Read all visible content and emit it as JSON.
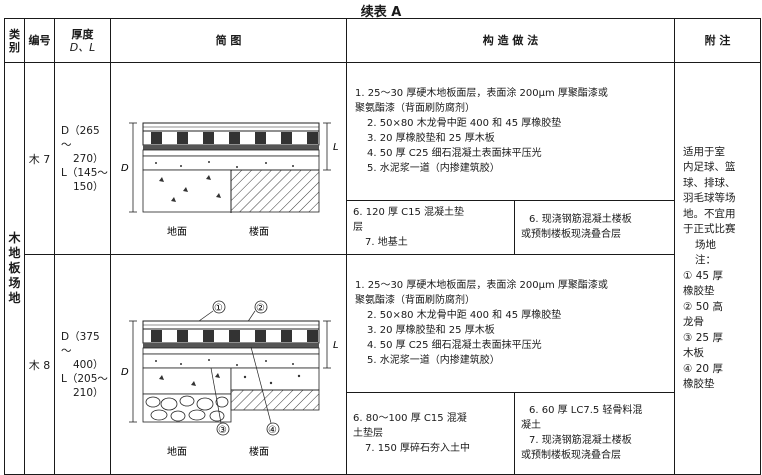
{
  "title": "续表 A",
  "headers": {
    "category": "类别",
    "code": "编号",
    "thickness_line1": "厚度",
    "thickness_line2": "D、L",
    "diagram": "简 图",
    "construction": "构 造 做 法",
    "notes": "附 注"
  },
  "category": "木地板场地",
  "rows": [
    {
      "code": "木 7",
      "thickness": [
        "D（265～",
        "270）",
        "L（145～",
        "150）"
      ],
      "diagram_labels": {
        "ground": "地面",
        "floor": "楼面",
        "D": "D",
        "L": "L"
      },
      "steps": [
        "1. 25～30 厚硬木地板面层，表面涂 200μm 厚聚酯漆或",
        "聚氨酯漆（背面刷防腐剂）",
        "2. 50×80 木龙骨中距 400 和 45 厚橡胶垫",
        "3. 20 厚橡胶垫和 25 厚木板",
        "4. 50 厚 C25 细石混凝土表面抹平压光",
        "5. 水泥浆一道（内掺建筑胶）"
      ],
      "ground_steps": [
        "6. 120 厚 C15 混凝土垫",
        "层",
        "7. 地基土"
      ],
      "floor_steps": [
        "6. 现浇钢筋混凝土楼板",
        "或预制楼板现浇叠合层"
      ]
    },
    {
      "code": "木 8",
      "thickness": [
        "D（375～",
        "400）",
        "L（205～",
        "210）"
      ],
      "diagram_labels": {
        "ground": "地面",
        "floor": "楼面",
        "D": "D",
        "L": "L",
        "c1": "①",
        "c2": "②",
        "c3": "③",
        "c4": "④"
      },
      "steps": [
        "1. 25～30 厚硬木地板面层，表面涂 200μm 厚聚酯漆或",
        "聚氨酯漆（背面刷防腐剂）",
        "2. 50×80 木龙骨中距 400 和 45 厚橡胶垫",
        "3. 20 厚橡胶垫和 25 厚木板",
        "4. 50 厚 C25 细石混凝土表面抹平压光",
        "5. 水泥浆一道（内掺建筑胶）"
      ],
      "ground_steps": [
        "6. 80～100 厚 C15 混凝",
        "土垫层",
        "7. 150 厚碎石夯入土中"
      ],
      "floor_steps": [
        "6. 60 厚 LC7.5 轻骨料混",
        "凝土",
        "7. 现浇钢筋混凝土楼板",
        "或预制楼板现浇叠合层"
      ]
    }
  ],
  "notes": [
    "适用于室",
    "内足球、篮",
    "球、排球、",
    "羽毛球等场",
    "地。不宜用",
    "于正式比赛",
    "场地",
    "注：",
    "① 45 厚",
    "橡胶垫",
    "② 50 高",
    "龙骨",
    "③ 25 厚",
    "木板",
    "④ 20 厚",
    "橡胶垫"
  ]
}
